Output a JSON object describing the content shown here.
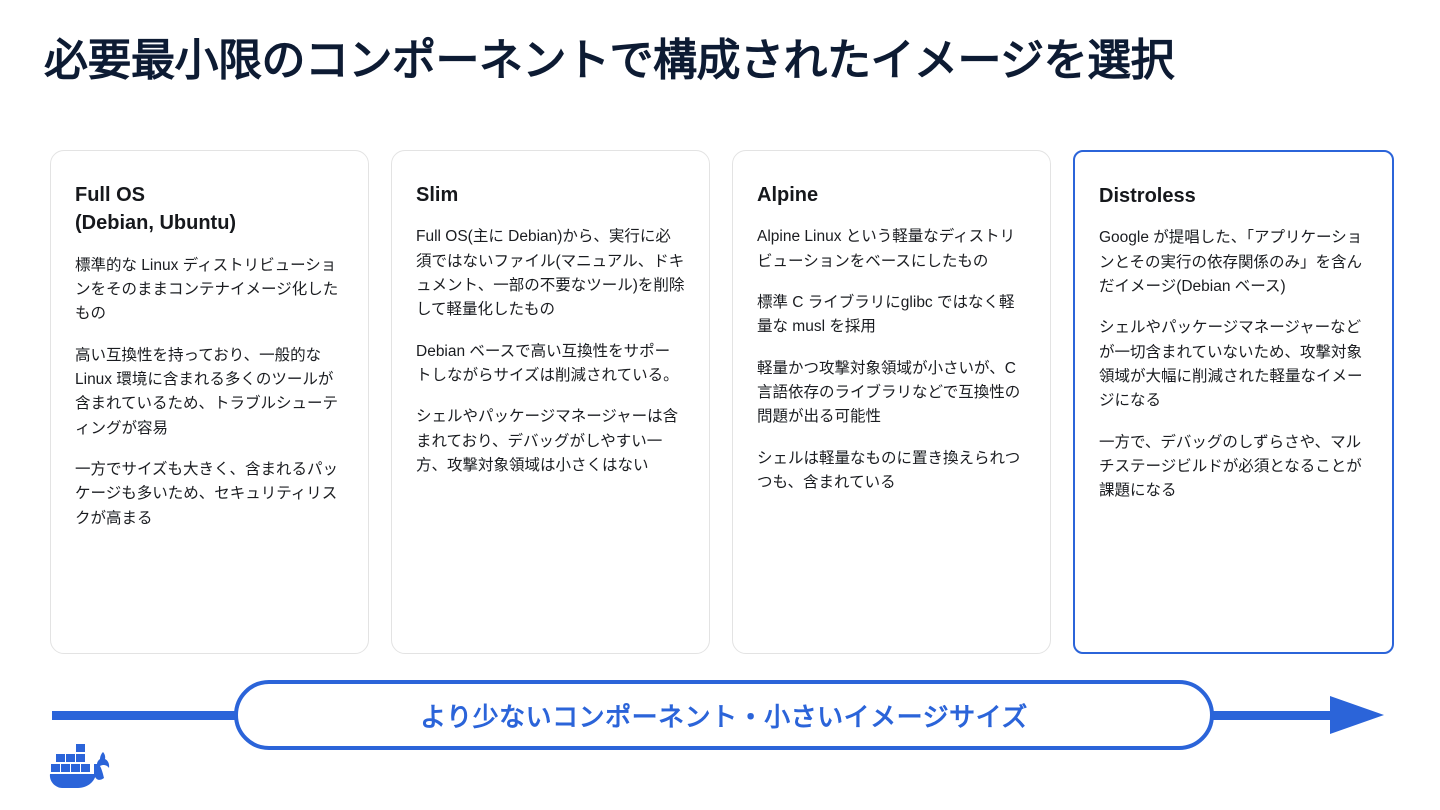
{
  "slide": {
    "title": "必要最小限のコンポーネントで構成されたイメージを選択",
    "title_color": "#0d1b33",
    "accent_color": "#2b64d9",
    "background_color": "#ffffff"
  },
  "cards": [
    {
      "title": "Full OS\n(Debian, Ubuntu)",
      "highlighted": false,
      "paragraphs": [
        "標準的な Linux ディストリビューションをそのままコンテナイメージ化したもの",
        "高い互換性を持っており、一般的な Linux 環境に含まれる多くのツールが含まれているため、トラブルシューティングが容易",
        "一方でサイズも大きく、含まれるパッケージも多いため、セキュリティリスクが高まる"
      ]
    },
    {
      "title": "Slim",
      "highlighted": false,
      "paragraphs": [
        "Full OS(主に Debian)から、実行に必須ではないファイル(マニュアル、ドキュメント、一部の不要なツール)を削除して軽量化したもの",
        "Debian ベースで高い互換性をサポートしながらサイズは削減されている。",
        "シェルやパッケージマネージャーは含まれており、デバッグがしやすい一方、攻撃対象領域は小さくはない"
      ]
    },
    {
      "title": "Alpine",
      "highlighted": false,
      "paragraphs": [
        "Alpine Linux という軽量なディストリビューションをベースにしたもの",
        "標準 C ライブラリにglibc ではなく軽量な musl を採用",
        "軽量かつ攻撃対象領域が小さいが、C 言語依存のライブラリなどで互換性の問題が出る可能性",
        "シェルは軽量なものに置き換えられつつも、含まれている"
      ]
    },
    {
      "title": "Distroless",
      "highlighted": true,
      "paragraphs": [
        "Google が提唱した、「アプリケーションとその実行の依存関係のみ」を含んだイメージ(Debian ベース)",
        "シェルやパッケージマネージャーなどが一切含まれていないため、攻撃対象領域が大幅に削減された軽量なイメージになる",
        "一方で、デバッグのしずらさや、マルチステージビルドが必須となることが課題になる"
      ]
    }
  ],
  "arrow_band": {
    "label": "より少ないコンポーネント・小さいイメージサイズ",
    "color": "#2b64d9",
    "direction": "right"
  },
  "footer": {
    "logo_name": "docker-whale-logo",
    "logo_color": "#2b64d9"
  }
}
